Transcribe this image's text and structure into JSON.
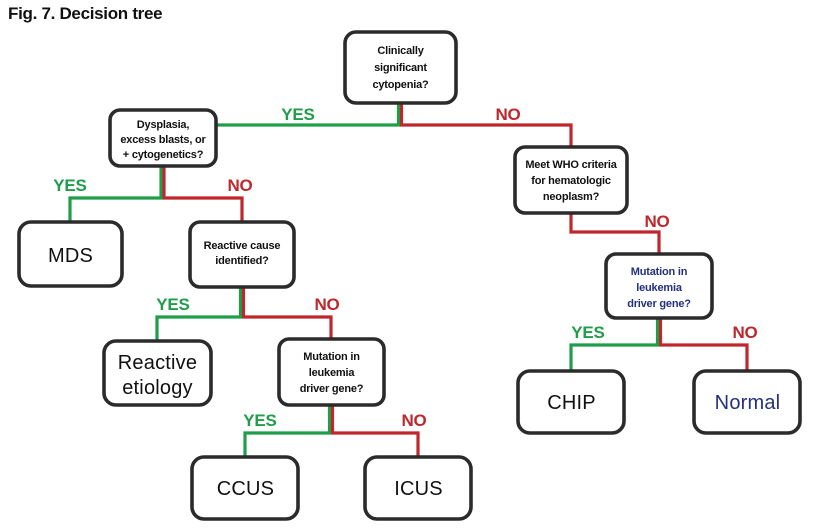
{
  "figure": {
    "title": "Fig. 7. Decision tree",
    "colors": {
      "yes": "#1f9e4a",
      "no": "#c0272d",
      "node_border": "#2b2b2b",
      "node_fill": "#ffffff",
      "text": "#111111",
      "blue_text": "#23307e",
      "background": "#ffffff"
    }
  },
  "nodes": {
    "root": {
      "id": "clinically-significant-cytopenia",
      "type": "decision",
      "lines": [
        "Clinically",
        "significant",
        "cytopenia?"
      ]
    },
    "dysplasia": {
      "id": "dysplasia-excess-blasts-cytogenetics",
      "type": "decision",
      "lines": [
        "Dysplasia,",
        "excess blasts, or",
        "+ cytogenetics?"
      ]
    },
    "mds": {
      "id": "mds",
      "type": "terminal",
      "lines": [
        "MDS"
      ]
    },
    "reactive_cause": {
      "id": "reactive-cause-identified",
      "type": "decision",
      "lines": [
        "Reactive cause",
        "identified?"
      ]
    },
    "reactive_etiology": {
      "id": "reactive-etiology",
      "type": "terminal",
      "lines": [
        "Reactive",
        "etiology"
      ]
    },
    "mutation_left": {
      "id": "mutation-in-leukemia-driver-gene-left",
      "type": "decision",
      "lines": [
        "Mutation in",
        "leukemia",
        "driver gene?"
      ]
    },
    "ccus": {
      "id": "ccus",
      "type": "terminal",
      "lines": [
        "CCUS"
      ]
    },
    "icus": {
      "id": "icus",
      "type": "terminal",
      "lines": [
        "ICUS"
      ]
    },
    "who_criteria": {
      "id": "meet-who-criteria-hematologic-neoplasm",
      "type": "decision",
      "lines": [
        "Meet WHO criteria",
        "for hematologic",
        "neoplasm?"
      ]
    },
    "mutation_right": {
      "id": "mutation-in-leukemia-driver-gene-right",
      "type": "decision",
      "text_color": "blue",
      "lines": [
        "Mutation in",
        "leukemia",
        "driver gene?"
      ]
    },
    "chip": {
      "id": "chip",
      "type": "terminal",
      "lines": [
        "CHIP"
      ]
    },
    "normal": {
      "id": "normal",
      "type": "terminal",
      "text_color": "blue",
      "lines": [
        "Normal"
      ]
    }
  },
  "branch_labels": {
    "root_yes": "YES",
    "root_no": "NO",
    "dysplasia_yes": "YES",
    "dysplasia_no": "NO",
    "reactive_yes": "YES",
    "reactive_no": "NO",
    "mutation_left_yes": "YES",
    "mutation_left_no": "NO",
    "who_no": "NO",
    "mutation_right_yes": "YES",
    "mutation_right_no": "NO"
  },
  "edges": [
    {
      "from": "root",
      "to": "dysplasia",
      "answer": "YES"
    },
    {
      "from": "root",
      "to": "who_criteria",
      "answer": "NO"
    },
    {
      "from": "dysplasia",
      "to": "mds",
      "answer": "YES"
    },
    {
      "from": "dysplasia",
      "to": "reactive_cause",
      "answer": "NO"
    },
    {
      "from": "reactive_cause",
      "to": "reactive_etiology",
      "answer": "YES"
    },
    {
      "from": "reactive_cause",
      "to": "mutation_left",
      "answer": "NO"
    },
    {
      "from": "mutation_left",
      "to": "ccus",
      "answer": "YES"
    },
    {
      "from": "mutation_left",
      "to": "icus",
      "answer": "NO"
    },
    {
      "from": "who_criteria",
      "to": "mutation_right",
      "answer": "NO"
    },
    {
      "from": "mutation_right",
      "to": "chip",
      "answer": "YES"
    },
    {
      "from": "mutation_right",
      "to": "normal",
      "answer": "NO"
    }
  ]
}
